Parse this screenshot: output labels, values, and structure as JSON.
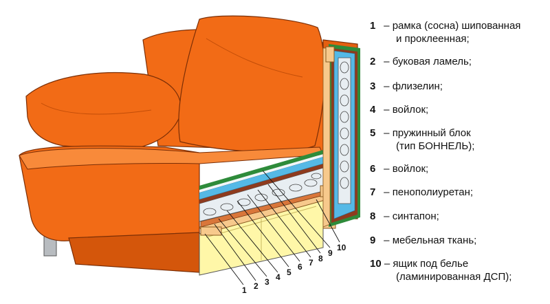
{
  "colors": {
    "upholstery": "#F26B16",
    "upholstery_shadow": "#D4560B",
    "upholstery_light": "#F88A3A",
    "frame_wood": "#F7C98C",
    "box_yellow": "#FFF7A8",
    "spring_block": "#E8EEF2",
    "blue_layer": "#55B9E6",
    "green_layer": "#2E8B3A",
    "brown_layer": "#8E3B1E",
    "leg": "#B8BCC0"
  },
  "callouts": [
    "1",
    "2",
    "3",
    "4",
    "5",
    "6",
    "7",
    "8",
    "9",
    "10"
  ],
  "legend": [
    {
      "num": "1",
      "dash": "–",
      "text": "рамка (сосна) шипованная",
      "text2": "и проклеенная;"
    },
    {
      "num": "2",
      "dash": "–",
      "text": "буковая ламель;"
    },
    {
      "num": "3",
      "dash": "–",
      "text": "флизелин;"
    },
    {
      "num": "4",
      "dash": "–",
      "text": "войлок;"
    },
    {
      "num": "5",
      "dash": "–",
      "text": "пружинный блок",
      "text2": "(тип БОННЕЛЬ);"
    },
    {
      "num": "6",
      "dash": "–",
      "text": "войлок;"
    },
    {
      "num": "7",
      "dash": "–",
      "text": "пенополиуретан;"
    },
    {
      "num": "8",
      "dash": "–",
      "text": "синтапон;"
    },
    {
      "num": "9",
      "dash": "–",
      "text": "мебельная ткань;"
    },
    {
      "num": "10",
      "dash": "–",
      "text": "ящик под белье",
      "text2": "(ламинированная ДСП);"
    }
  ]
}
